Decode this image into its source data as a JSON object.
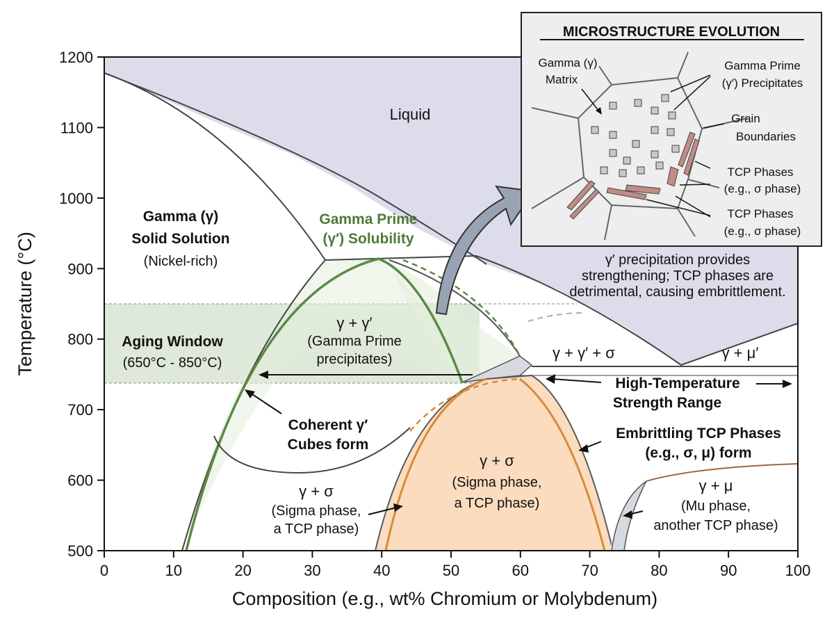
{
  "axes": {
    "xlabel": "Composition (e.g., wt% Chromium or Molybdenum)",
    "ylabel": "Temperature (°C)",
    "x_ticks": [
      "0",
      "10",
      "20",
      "30",
      "40",
      "50",
      "60",
      "70",
      "80",
      "90",
      "100"
    ],
    "y_ticks": [
      "500",
      "600",
      "700",
      "800",
      "900",
      "1000",
      "1100",
      "1200"
    ]
  },
  "regions": {
    "liquid": "Liquid",
    "gamma": {
      "line1": "Gamma (γ)",
      "line2": "Solid Solution",
      "line3": "(Nickel-rich)"
    },
    "gp_solubility": {
      "line1": "Gamma Prime",
      "line2": "(γ′) Solubility"
    },
    "gamma_gp": {
      "line1": "γ + γ′",
      "line2": "(Gamma Prime",
      "line3": "precipitates)"
    },
    "gamma_gp_sigma": "γ + γ′ + σ",
    "gamma_mu_prime": "γ + μ′",
    "gamma_sigma_center": {
      "line1": "γ + σ",
      "line2": "(Sigma phase,",
      "line3": "a TCP phase)"
    },
    "gamma_sigma_left": {
      "line1": "γ + σ",
      "line2": "(Sigma phase,",
      "line3": "a TCP phase)"
    },
    "gamma_mu": {
      "line1": "γ + μ",
      "line2": "(Mu phase,",
      "line3": "another TCP phase)"
    }
  },
  "annotations": {
    "aging_window": {
      "line1": "Aging Window",
      "line2": "(650°C - 850°C)"
    },
    "coherent": {
      "line1": "Coherent γ′",
      "line2": "Cubes form"
    },
    "high_temp": {
      "line1": "High-Temperature",
      "line2": "Strength Range"
    },
    "embrittling": {
      "line1": "Embrittling TCP Phases",
      "line2": "(e.g., σ, μ) form"
    },
    "note": {
      "line1": "γ′ precipitation provides",
      "line2": "strengthening; TCP phases are",
      "line3": "detrimental, causing embrittlement."
    }
  },
  "inset": {
    "title": "MICROSTRUCTURE EVOLUTION",
    "matrix": {
      "line1": "Gamma (γ)",
      "line2": "Matrix"
    },
    "precipitates": {
      "line1": "Gamma Prime",
      "line2": "(γ′) Precipitates"
    },
    "grain": {
      "line1": "Grain",
      "line2": "Boundaries"
    },
    "tcp1": {
      "line1": "TCP Phases",
      "line2": "(e.g., σ phase)"
    },
    "tcp2": {
      "line1": "TCP Phases",
      "line2": "(e.g., σ phase)"
    }
  },
  "colors": {
    "liquid_fill": "#dcdcea",
    "gamma_prime_fill": "#e4eedb",
    "aging_band": "#d6e3cf",
    "sigma_fill": "#fbdcbf",
    "green_line": "#5a8a45",
    "orange_line": "#d68a3b",
    "tcp_fill": "#c08c86",
    "precipitate_fill": "#c9c9c9"
  }
}
